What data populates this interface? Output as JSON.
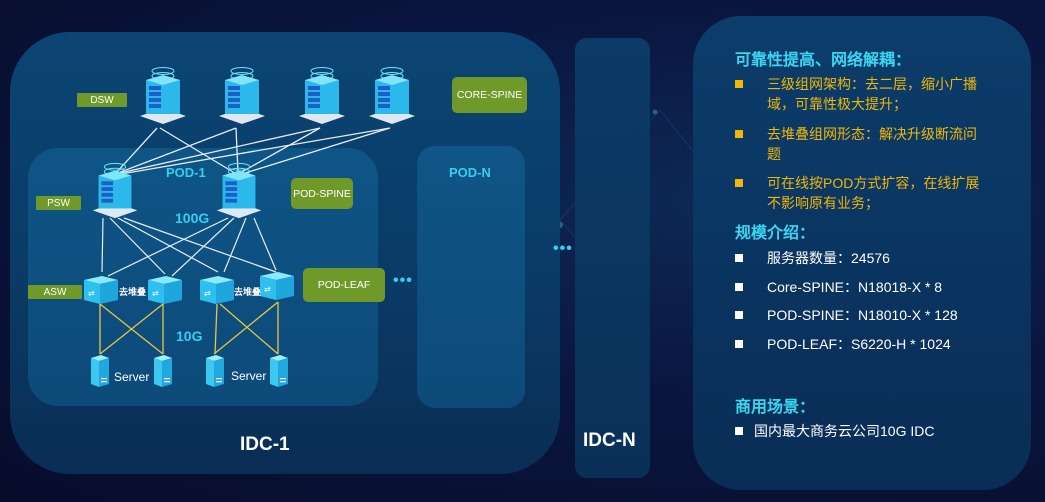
{
  "diagram": {
    "idc1": {
      "label": "IDC-1"
    },
    "idcn": {
      "label": "IDC-N"
    },
    "pod1": {
      "label": "POD-1"
    },
    "podn": {
      "label": "POD-N"
    },
    "layers": {
      "dsw": "DSW",
      "psw": "PSW",
      "asw": "ASW",
      "core_spine": "CORE-SPINE",
      "pod_spine": "POD-SPINE",
      "pod_leaf": "POD-LEAF"
    },
    "links": {
      "uplink_speed": "100G",
      "server_speed": "10G"
    },
    "leaf_pair_label": "去堆叠",
    "server_label": "Server",
    "ellipsis": "•••",
    "colors": {
      "tag_green": "#6f9a2a",
      "accent_cyan": "#33d0f0",
      "uplink_line": "#ffffff",
      "server_line": "#e8c840"
    }
  },
  "panel": {
    "section1": {
      "heading": "可靠性提高、网络解耦：",
      "items": [
        {
          "line1": "三级组网架构：去二层，缩小广播",
          "line2": "域，可靠性极大提升；"
        },
        {
          "line1": "去堆叠组网形态：解决升级断流问",
          "line2": "题"
        },
        {
          "line1": "可在线按POD方式扩容，在线扩展",
          "line2": "不影响原有业务；"
        }
      ]
    },
    "section2": {
      "heading": "规模介绍：",
      "items": [
        "服务器数量：24576",
        "Core-SPINE：N18018-X * 8",
        "POD-SPINE：N18010-X * 128",
        "POD-LEAF：S6220-H * 1024"
      ]
    },
    "section3": {
      "heading": "商用场景：",
      "items": [
        "国内最大商务云公司10G IDC"
      ]
    },
    "colors": {
      "heading": "#3ad6f2",
      "highlight": "#f2b705",
      "text": "#ffffff"
    }
  }
}
